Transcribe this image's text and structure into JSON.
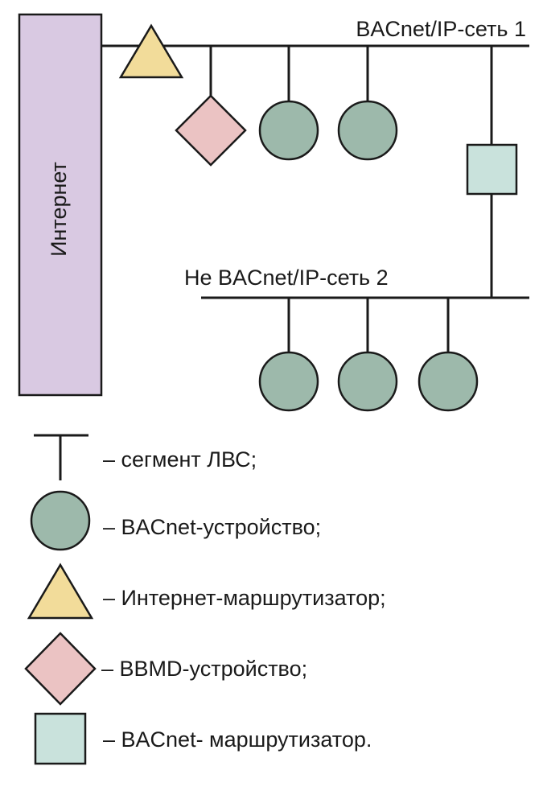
{
  "diagram": {
    "internet_label": "Интернет",
    "network1_label": "BACnet/IP-сеть 1",
    "network2_label": "Не BACnet/IP-сеть 2"
  },
  "legend": {
    "segment": "– сегмент ЛВС;",
    "device": "– BACnet-устройство;",
    "internet_router": "– Интернет-маршрутизатор;",
    "bbmd": "– BBMD-устройство;",
    "bacnet_router": "– BACnet- маршрутизатор."
  },
  "colors": {
    "internet_block": "#d9c9e2",
    "device": "#9db9ab",
    "internet_router": "#f2dc9a",
    "bbmd": "#ebc3c3",
    "bacnet_router": "#c9e2dc",
    "stroke": "#1a1a1a"
  }
}
